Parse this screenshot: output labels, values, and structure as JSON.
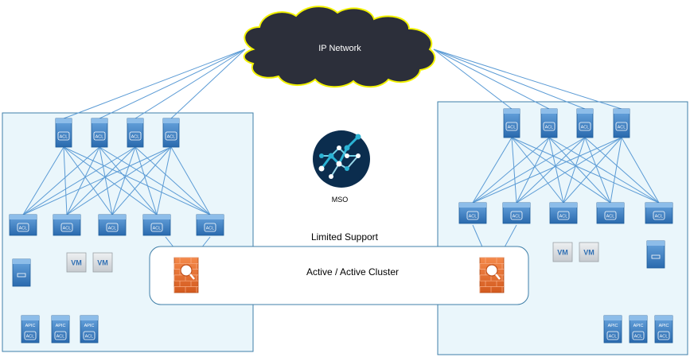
{
  "cloud": {
    "label": "IP Network"
  },
  "mso": {
    "label": "MSO"
  },
  "cluster": {
    "title": "Limited Support",
    "label": "Active / Active Cluster"
  },
  "badges": {
    "acl": "ACL",
    "apic": "APIC",
    "vm": "VM"
  },
  "colors": {
    "site_fill": "#eaf6fb",
    "site_border": "#3f7fa8",
    "link": "#5b9bd5",
    "cloud_fill": "#2c2f3a",
    "cloud_outline": "#f2f200",
    "switch_top": "#4f8fd0",
    "switch_body": "#2f74b8",
    "firewall": "#e66a2c",
    "vm_fill": "#d6d9dd",
    "vm_text": "#2f6fb3",
    "mso_bg": "#0b2d4e",
    "mso_accent": "#2bb3d4"
  },
  "icons": {
    "cloud": "cloud-icon",
    "spine": "spine-switch-icon",
    "leaf": "leaf-switch-icon",
    "apic": "apic-controller-icon",
    "server": "server-icon",
    "vm": "vm-icon",
    "firewall": "firewall-icon",
    "mso": "mso-logo-icon"
  }
}
